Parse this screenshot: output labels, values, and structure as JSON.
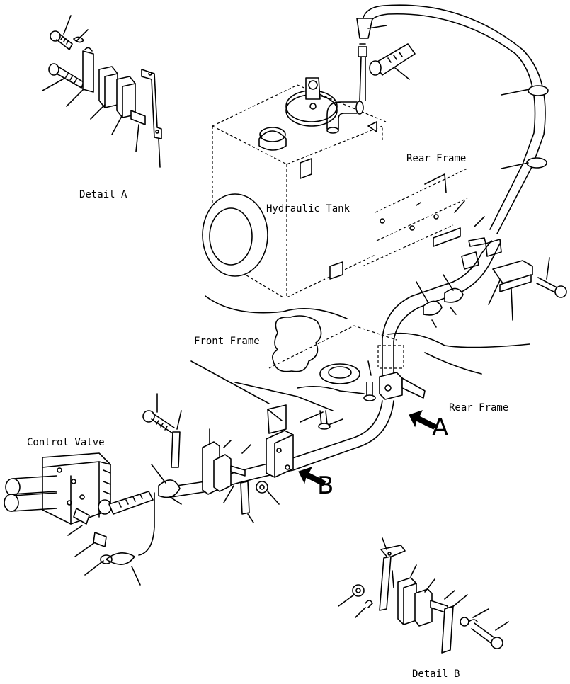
{
  "labels": {
    "detail_a": "Detail A",
    "detail_b": "Detail B",
    "hydraulic_tank": "Hydraulic Tank",
    "rear_frame_top": "Rear Frame",
    "rear_frame_right": "Rear Frame",
    "front_frame": "Front Frame",
    "control_valve": "Control Valve",
    "view_a": "A",
    "view_b": "B"
  }
}
